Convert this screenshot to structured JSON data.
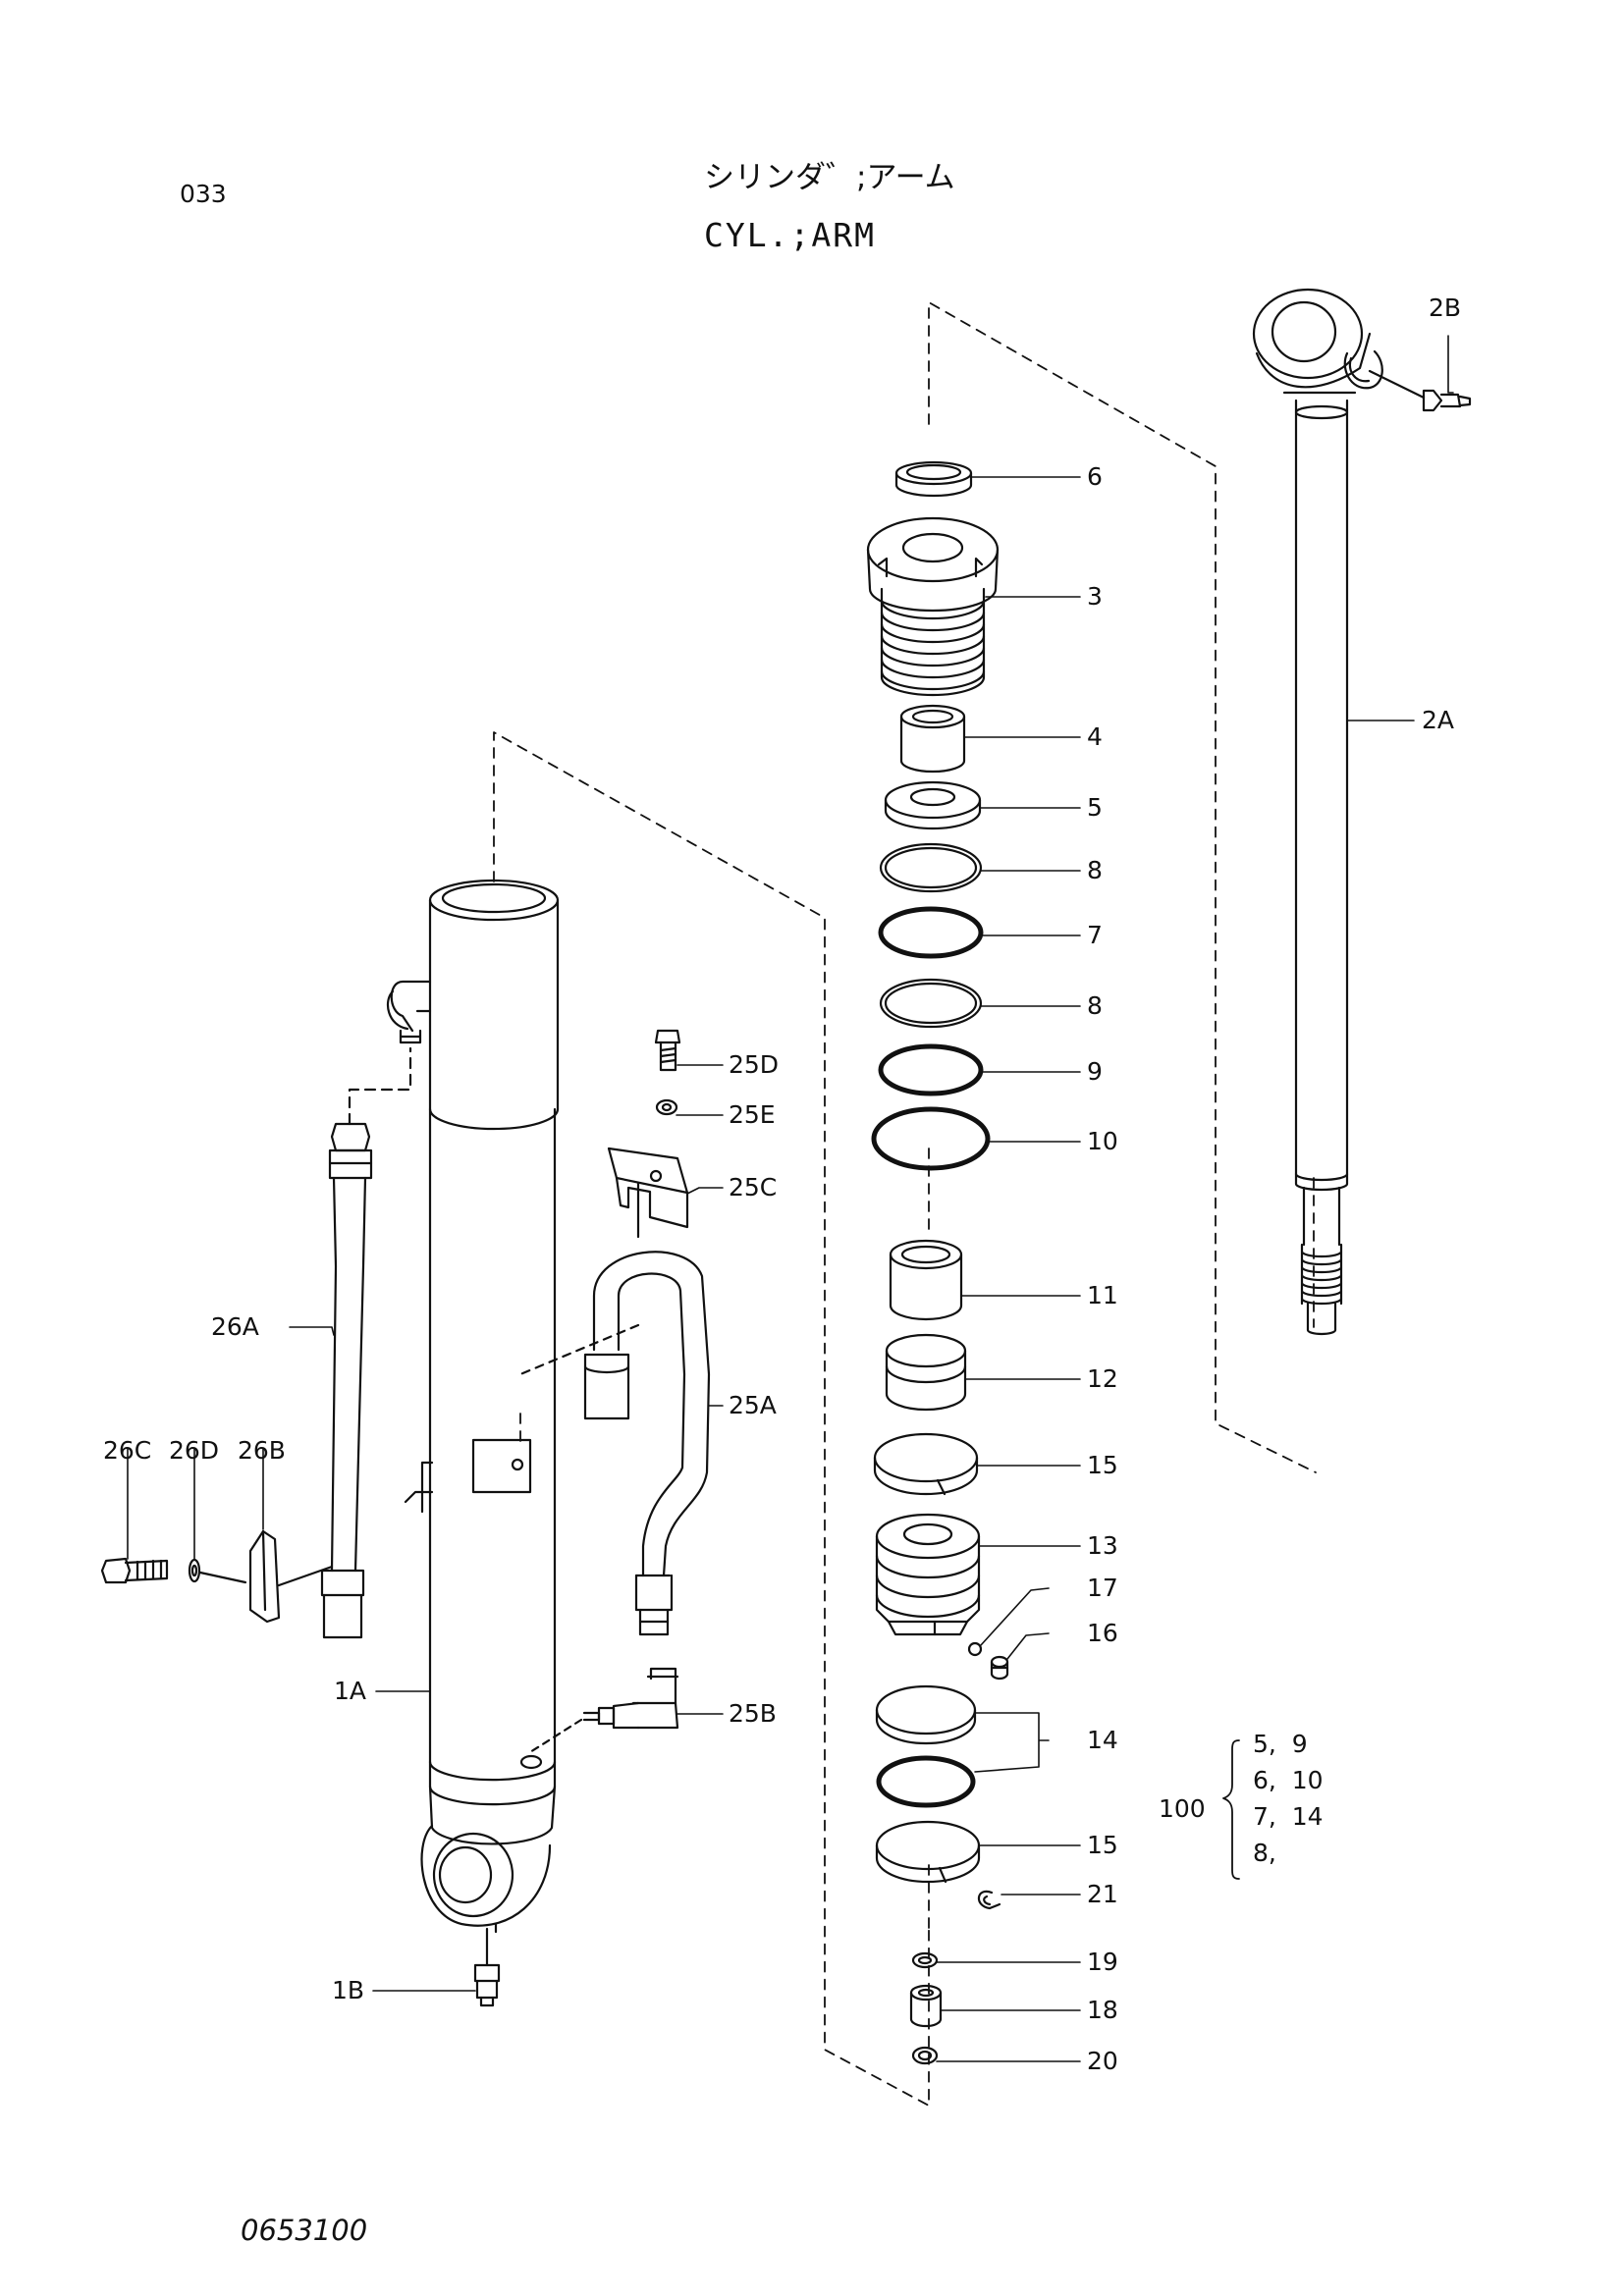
{
  "header": {
    "page_code": "033",
    "title_jp": "シリンダ゛;アーム",
    "title_en": "CYL.;ARM"
  },
  "footer": {
    "drawing_number": "0653100"
  },
  "callouts": {
    "c6": "6",
    "c3": "3",
    "c4": "4",
    "c5": "5",
    "c8a": "8",
    "c7": "7",
    "c8b": "8",
    "c9": "9",
    "c10": "10",
    "c11": "11",
    "c12": "12",
    "c15a": "15",
    "c13": "13",
    "c17": "17",
    "c16": "16",
    "c14": "14",
    "c15b": "15",
    "c21": "21",
    "c19": "19",
    "c18": "18",
    "c20": "20",
    "c2B": "2B",
    "c2A": "2A",
    "c25D": "25D",
    "c25E": "25E",
    "c25C": "25C",
    "c25A": "25A",
    "c25B": "25B",
    "c26A": "26A",
    "c26C": "26C",
    "c26D": "26D",
    "c26B": "26B",
    "c1A": "1A",
    "c1B": "1B"
  },
  "kit": {
    "number": "100",
    "rows": [
      "5,  9",
      "6,  10",
      "7,  14",
      "8,"
    ]
  }
}
